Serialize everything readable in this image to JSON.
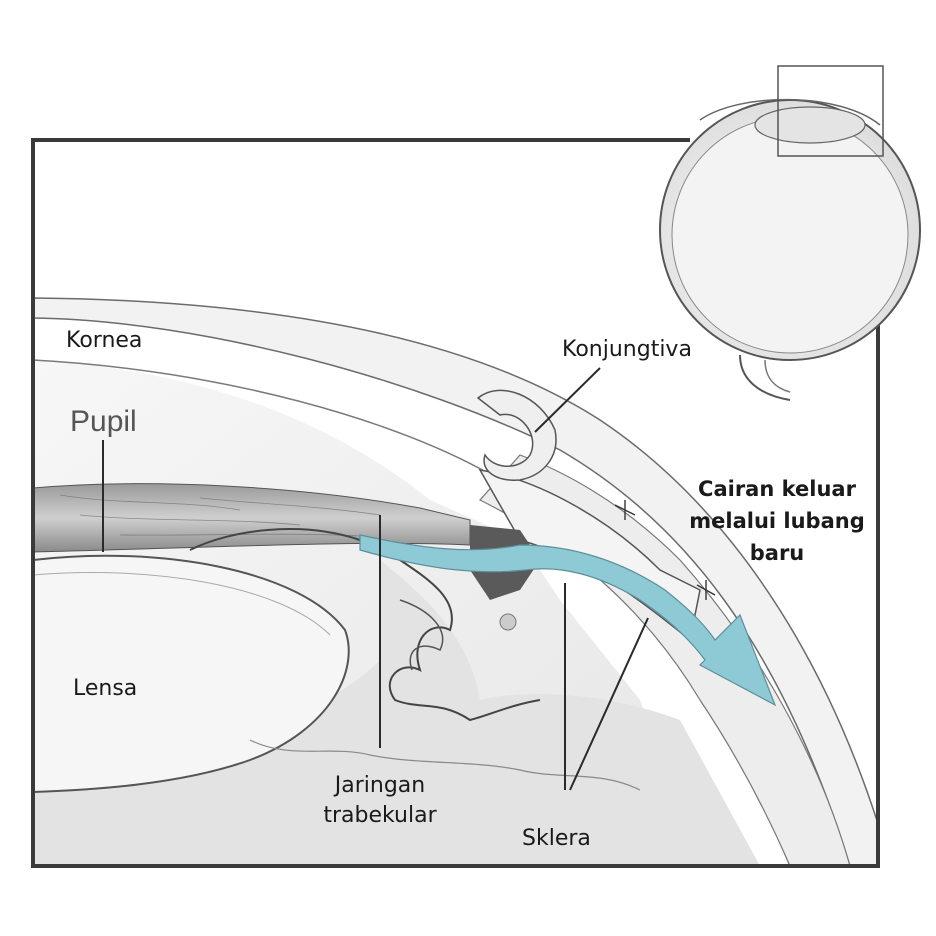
{
  "labels": {
    "kornea": "Kornea",
    "pupil": "Pupil",
    "lensa": "Lensa",
    "konjungtiva": "Konjungtiva",
    "jaringan_line1": "Jaringan",
    "jaringan_line2": "trabekular",
    "sklera": "Sklera",
    "cairan_line1": "Cairan keluar",
    "cairan_line2": "melalui lubang",
    "cairan_line3": "baru"
  },
  "colors": {
    "frame": "#3a3a3a",
    "flow_arrow": "#8ec9d6",
    "tissue_shading": "#bdbdbd",
    "text": "#1a1a1a"
  }
}
